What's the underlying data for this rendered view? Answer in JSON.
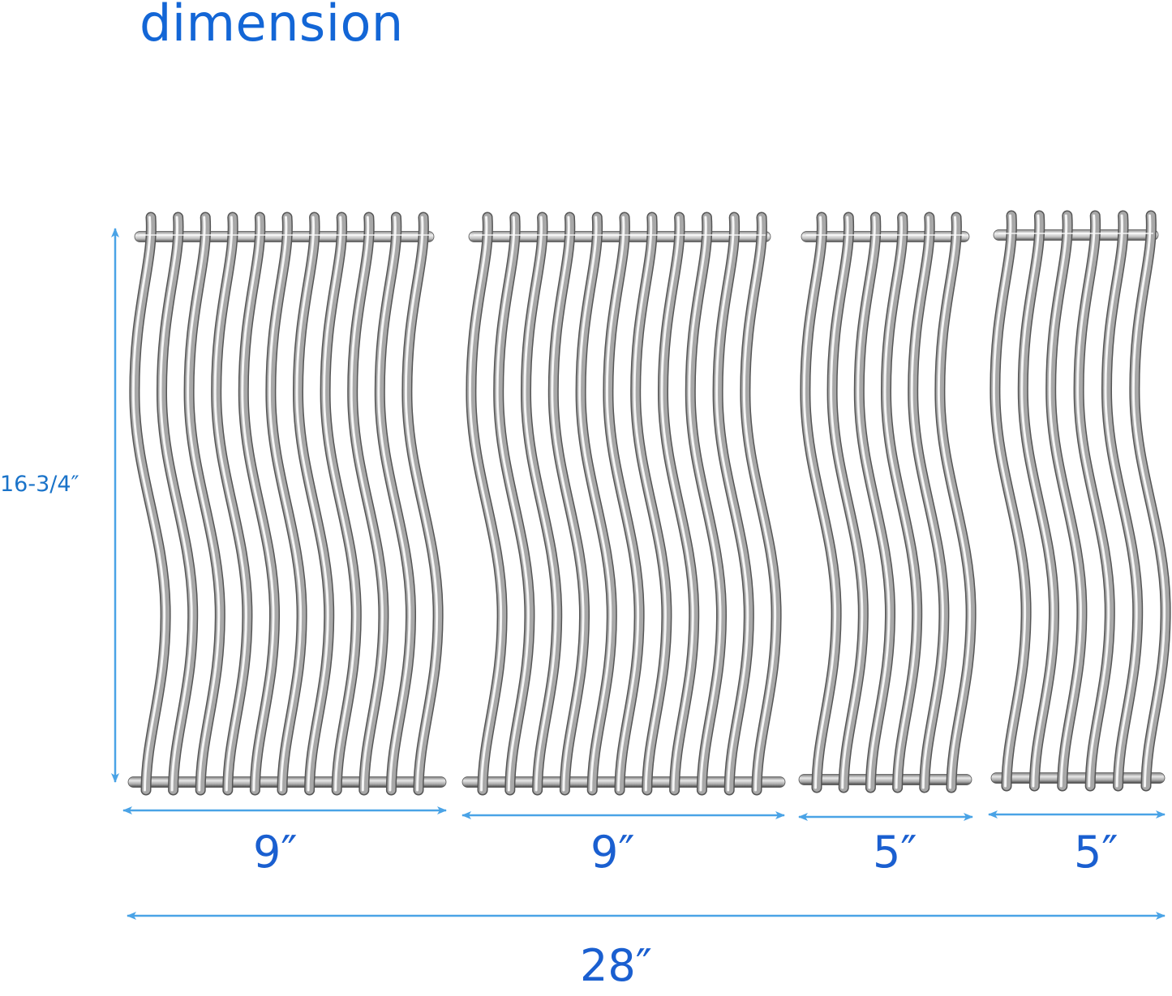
{
  "title": "dimension",
  "colors": {
    "title_text": "#1366d6",
    "label_text": "#1a5fd0",
    "arrow": "#4aa3e6",
    "rod": "#9a9a9a",
    "rod_highlight": "#f4f4f4",
    "rod_shadow": "#5c5c5c"
  },
  "dimensions": {
    "height": "16-3/4″",
    "total_width": "28″",
    "grates": [
      {
        "name": "grate-1",
        "width_label": "9″",
        "rod_count": 11
      },
      {
        "name": "grate-2",
        "width_label": "9″",
        "rod_count": 11
      },
      {
        "name": "grate-3",
        "width_label": "5″",
        "rod_count": 6
      },
      {
        "name": "grate-4",
        "width_label": "5″",
        "rod_count": 6
      }
    ]
  }
}
